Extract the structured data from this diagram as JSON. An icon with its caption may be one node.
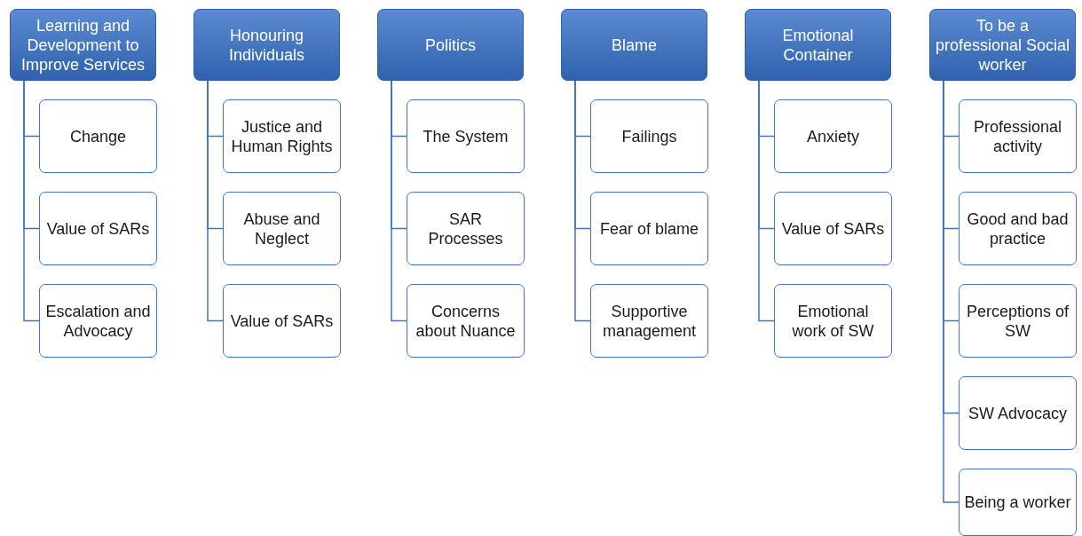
{
  "diagram": {
    "nodes": [
      {
        "text": [
          "Learning and Development to Improve Services"
        ]
      },
      {
        "text": [
          "Change"
        ]
      },
      {
        "text": [
          "Value of SARs"
        ]
      },
      {
        "text": [
          "Escalation and Advocacy"
        ]
      },
      {
        "text": [
          "Honouring Individuals"
        ]
      },
      {
        "text": [
          "Justice and Human Rights"
        ]
      },
      {
        "text": [
          "Abuse and Neglect"
        ]
      },
      {
        "text": [
          "Value of SARs"
        ]
      },
      {
        "text": [
          "Politics"
        ]
      },
      {
        "text": [
          "The System"
        ]
      },
      {
        "text": [
          "SAR Processes"
        ]
      },
      {
        "text": [
          "Concerns about Nuance"
        ]
      },
      {
        "text": [
          "Blame"
        ]
      },
      {
        "text": [
          "Failings"
        ]
      },
      {
        "text": [
          "Fear of blame"
        ]
      },
      {
        "text": [
          "Supportive management"
        ]
      },
      {
        "text": [
          "Emotional Container"
        ]
      },
      {
        "text": [
          "Anxiety"
        ]
      },
      {
        "text": [
          "Value of SARs"
        ]
      },
      {
        "text": [
          "Emotional work of SW"
        ]
      },
      {
        "text": [
          "To be a professional Social worker"
        ]
      },
      {
        "text": [
          "Professional activity"
        ]
      },
      {
        "text": [
          "Good and bad practice"
        ]
      },
      {
        "text": [
          "Perceptions of SW"
        ]
      },
      {
        "text": [
          "SW Advocacy"
        ]
      },
      {
        "text": [
          "Being a worker"
        ]
      }
    ],
    "edges": [
      {
        "from": 0,
        "to": 1,
        "arrow": "none"
      },
      {
        "from": 0,
        "to": 2,
        "arrow": "none"
      },
      {
        "from": 0,
        "to": 3,
        "arrow": "none"
      },
      {
        "from": 4,
        "to": 5,
        "arrow": "none"
      },
      {
        "from": 4,
        "to": 6,
        "arrow": "none"
      },
      {
        "from": 4,
        "to": 7,
        "arrow": "none"
      },
      {
        "from": 8,
        "to": 9,
        "arrow": "none"
      },
      {
        "from": 8,
        "to": 10,
        "arrow": "none"
      },
      {
        "from": 8,
        "to": 11,
        "arrow": "none"
      },
      {
        "from": 12,
        "to": 13,
        "arrow": "none"
      },
      {
        "from": 12,
        "to": 14,
        "arrow": "none"
      },
      {
        "from": 12,
        "to": 15,
        "arrow": "none"
      },
      {
        "from": 16,
        "to": 17,
        "arrow": "none"
      },
      {
        "from": 16,
        "to": 18,
        "arrow": "none"
      },
      {
        "from": 16,
        "to": 19,
        "arrow": "none"
      },
      {
        "from": 20,
        "to": 21,
        "arrow": "none"
      },
      {
        "from": 20,
        "to": 22,
        "arrow": "none"
      },
      {
        "from": 20,
        "to": 23,
        "arrow": "none"
      },
      {
        "from": 20,
        "to": 24,
        "arrow": "none"
      },
      {
        "from": 20,
        "to": 25,
        "arrow": "none"
      }
    ]
  }
}
